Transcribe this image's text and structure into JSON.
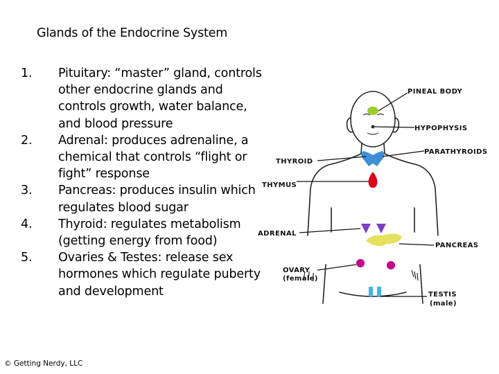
{
  "title": "Glands of the Endocrine System",
  "items": [
    {
      "num": "1.",
      "text": "Pituitary: “master” gland, controls other endocrine glands and controls growth, water balance, and blood pressure"
    },
    {
      "num": "2.",
      "text": "Adrenal:  produces adrenaline, a chemical that controls “flight or fight” response"
    },
    {
      "num": "3.",
      "text": "Pancreas: produces insulin which regulates blood sugar"
    },
    {
      "num": "4.",
      "text": "Thyroid: regulates metabolism (getting energy from food)"
    },
    {
      "num": "5.",
      "text": "Ovaries & Testes: release sex hormones which regulate puberty and development"
    }
  ],
  "diagram_labels": {
    "pineal": "PINEAL BODY",
    "hypophysis": "HYPOPHYSIS",
    "parathyroids": "PARATHYROIDS",
    "thyroid": "THYROID",
    "thymus": "THYMUS",
    "adrenal": "ADRENAL",
    "pancreas": "PANCREAS",
    "ovary": "OVARY",
    "ovary_sub": "(female)",
    "testis": "TESTIS",
    "testis_sub": "(male)"
  },
  "colors": {
    "pineal": "#9ccc2a",
    "thyroid": "#3d8fd6",
    "thymus": "#e0001a",
    "adrenal": "#7a3fbf",
    "pancreas": "#e6e05a",
    "ovary": "#c8008c",
    "testis": "#3fb6e8"
  },
  "copyright": "© Getting Nerdy, LLC"
}
